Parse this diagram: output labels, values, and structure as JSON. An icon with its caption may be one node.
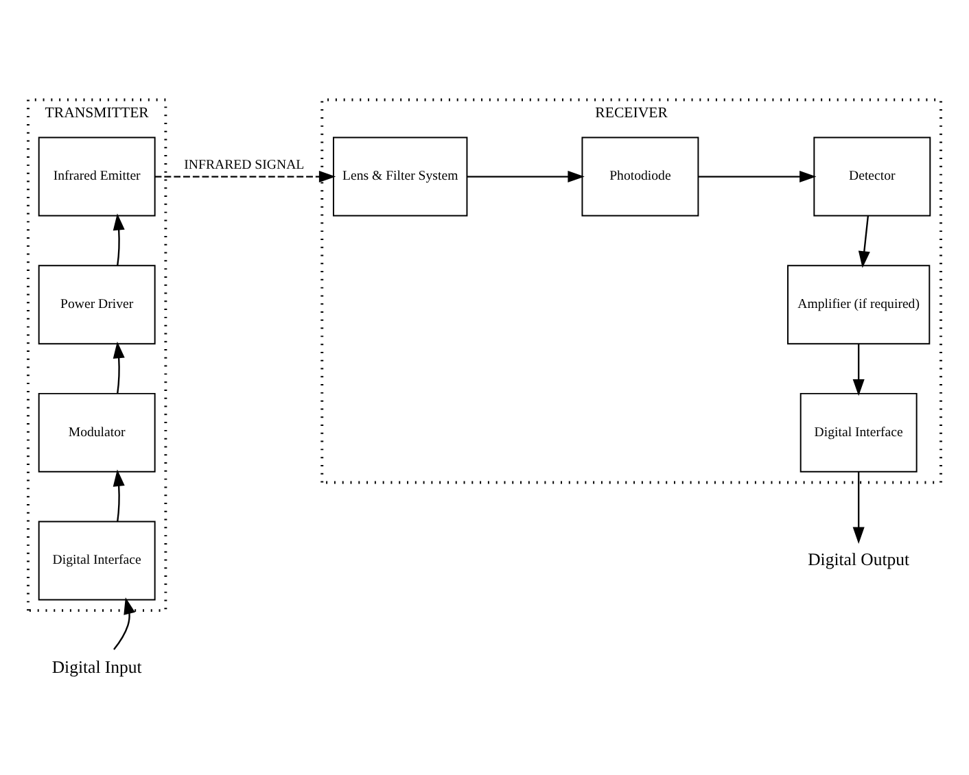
{
  "diagram": {
    "nodes": [
      {
        "text": [
          "TRANSMITTER"
        ]
      },
      {
        "text": [
          "Infrared Emitter"
        ],
        "in": 0
      },
      {
        "text": [
          "Power Driver"
        ],
        "in": 0
      },
      {
        "text": [
          "Modulator"
        ],
        "in": 0
      },
      {
        "text": [
          "Digital Interface"
        ],
        "in": 0
      },
      {
        "text": [
          "RECEIVER"
        ]
      },
      {
        "text": [
          "Lens & Filter System"
        ],
        "in": 5
      },
      {
        "text": [
          "Photodiode"
        ],
        "in": 5
      },
      {
        "text": [
          "Detector"
        ],
        "in": 5
      },
      {
        "text": [
          "Amplifier (if required)"
        ],
        "in": 5
      },
      {
        "text": [
          "Digital Interface"
        ],
        "in": 5
      },
      {
        "text": [
          "Digital Output"
        ]
      },
      {
        "text": [
          "Digital Input"
        ]
      }
    ],
    "edges": [
      {
        "from": 12,
        "to": 4,
        "arrow": "to"
      },
      {
        "from": 4,
        "to": 3,
        "arrow": "to"
      },
      {
        "from": 3,
        "to": 2,
        "arrow": "to"
      },
      {
        "from": 2,
        "to": 1,
        "arrow": "to"
      },
      {
        "from": 1,
        "to": 6,
        "arrow": "to",
        "style": "dashed",
        "label": "INFRARED SIGNAL"
      },
      {
        "from": 6,
        "to": 7,
        "arrow": "to"
      },
      {
        "from": 7,
        "to": 8,
        "arrow": "to"
      },
      {
        "from": 8,
        "to": 9,
        "arrow": "to"
      },
      {
        "from": 9,
        "to": 10,
        "arrow": "to"
      },
      {
        "from": 10,
        "to": 11,
        "arrow": "to"
      }
    ]
  }
}
